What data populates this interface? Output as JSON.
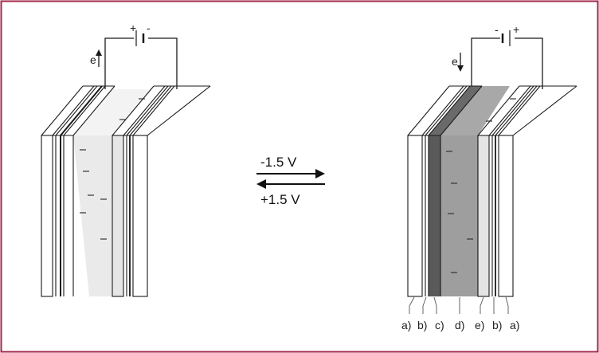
{
  "colors": {
    "border": "#a0264a",
    "line": "#1a1a1a",
    "electrolyte_light": "#e9e9e9",
    "electrochromic_dark": "#5a5a5a",
    "ion_layer_gray": "#9a9a9a"
  },
  "left_cell": {
    "battery_plus": "+",
    "battery_minus": "-",
    "electron_label": "e",
    "electron_direction": "up"
  },
  "right_cell": {
    "battery_minus": "-",
    "battery_plus": "+",
    "electron_label": "e",
    "electron_direction": "down"
  },
  "arrows": {
    "forward_voltage": "-1.5  V",
    "reverse_voltage": "+1.5 V"
  },
  "layer_labels": [
    "a)",
    "b)",
    "c)",
    "d)",
    "e)",
    "b)",
    "a)"
  ]
}
